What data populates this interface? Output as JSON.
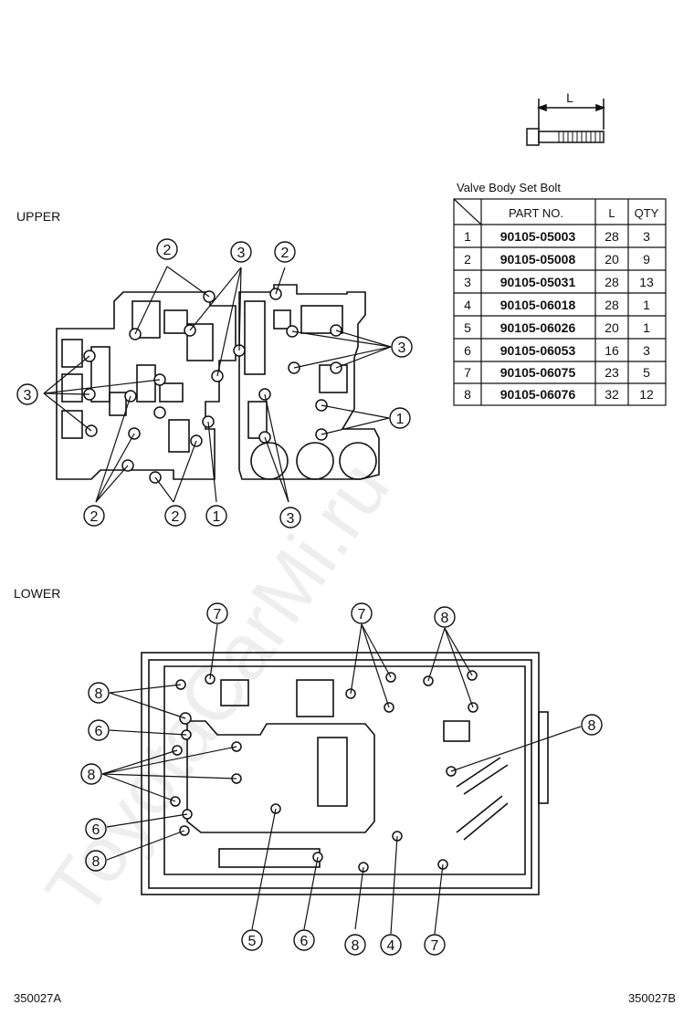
{
  "labels": {
    "upper": "UPPER",
    "lower": "LOWER",
    "dimension": "L",
    "code_left": "350027A",
    "code_right": "350027B",
    "watermark": "ToyotaCarMi.ru"
  },
  "table": {
    "title": "Valve Body Set Bolt",
    "headers": [
      "",
      "PART NO.",
      "L",
      "QTY"
    ],
    "rows": [
      [
        "1",
        "90105-05003",
        "28",
        "3"
      ],
      [
        "2",
        "90105-05008",
        "20",
        "9"
      ],
      [
        "3",
        "90105-05031",
        "28",
        "13"
      ],
      [
        "4",
        "90105-06018",
        "28",
        "1"
      ],
      [
        "5",
        "90105-06026",
        "20",
        "1"
      ],
      [
        "6",
        "90105-06053",
        "16",
        "3"
      ],
      [
        "7",
        "90105-06075",
        "23",
        "5"
      ],
      [
        "8",
        "90105-06076",
        "32",
        "12"
      ]
    ]
  },
  "callouts": {
    "upper": [
      "2",
      "3",
      "2",
      "3",
      "3",
      "1",
      "2",
      "2",
      "1",
      "3"
    ],
    "lower": [
      "7",
      "7",
      "8",
      "8",
      "6",
      "8",
      "8",
      "6",
      "8",
      "5",
      "6",
      "8",
      "4",
      "7"
    ]
  }
}
